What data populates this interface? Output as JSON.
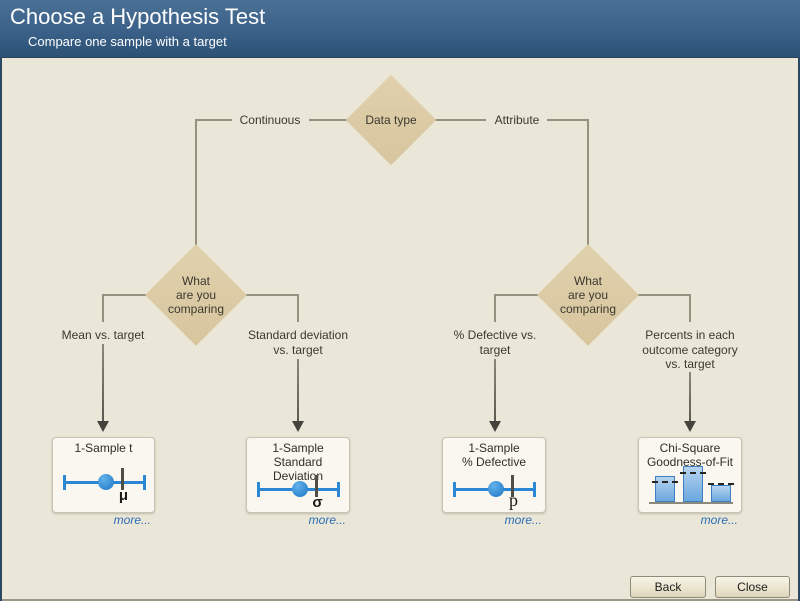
{
  "header": {
    "title": "Choose a Hypothesis Test",
    "subtitle": "Compare one sample with a target"
  },
  "decision_tree": {
    "root": {
      "label": "Data type",
      "left_branch_label": "Continuous",
      "right_branch_label": "Attribute"
    },
    "left_node": {
      "label": "What\nare you\ncomparing"
    },
    "right_node": {
      "label": "What\nare you\ncomparing"
    },
    "outcomes": [
      {
        "branch_label": "Mean vs. target",
        "test_name": "1-Sample t",
        "symbol": "μ",
        "icon": "interval-dot-target-icon",
        "more_label": "more..."
      },
      {
        "branch_label": "Standard deviation\nvs. target",
        "test_name": "1-Sample\nStandard Deviation",
        "symbol": "σ",
        "icon": "interval-dot-target-icon",
        "more_label": "more..."
      },
      {
        "branch_label": "% Defective vs.\ntarget",
        "test_name": "1-Sample\n% Defective",
        "symbol": "p",
        "icon": "interval-dot-target-icon",
        "more_label": "more..."
      },
      {
        "branch_label": "Percents in each\noutcome category\nvs. target",
        "test_name": "Chi-Square\nGoodness-of-Fit",
        "icon": "goodness-of-fit-bars-icon",
        "more_label": "more..."
      }
    ]
  },
  "footer": {
    "back_label": "Back",
    "close_label": "Close"
  },
  "colors": {
    "header_gradient_top": "#4a7095",
    "header_gradient_bottom": "#2b5174",
    "body_background": "#ebe7d8",
    "diamond_fill": "#d9c8a2",
    "connector_gray": "#94917f",
    "arrow_dark": "#45443c",
    "accent_blue": "#2b86d3",
    "link_blue": "#2a6cb4",
    "card_background": "#f9f7ef"
  }
}
